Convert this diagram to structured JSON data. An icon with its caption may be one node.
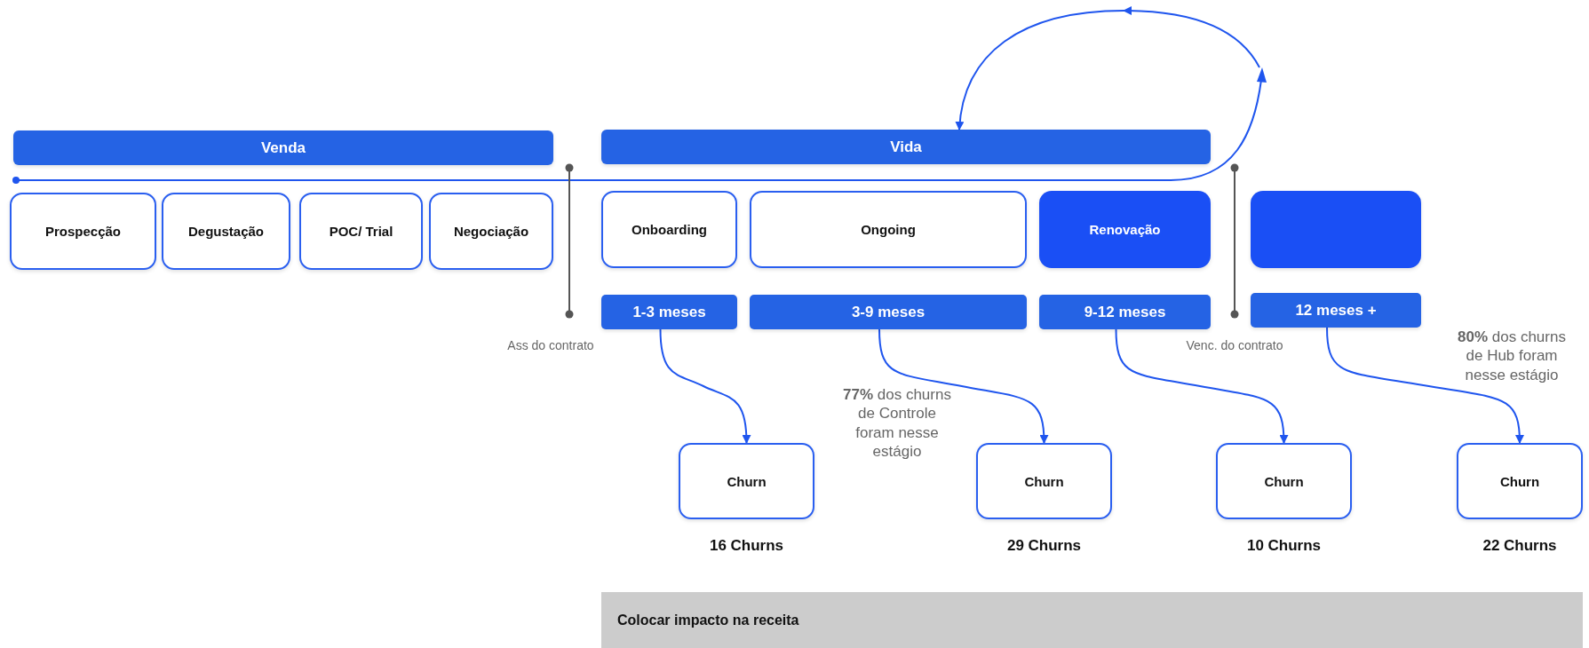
{
  "diagram": {
    "nodes": [
      {
        "text": [
          "Venda"
        ]
      },
      {
        "text": [
          "Vida"
        ]
      },
      {
        "text": [
          "Prospecção"
        ]
      },
      {
        "text": [
          "Degustação"
        ]
      },
      {
        "text": [
          "POC/ Trial"
        ]
      },
      {
        "text": [
          "Negociação"
        ]
      },
      {
        "text": [
          "Onboarding"
        ]
      },
      {
        "text": [
          "Ongoing"
        ]
      },
      {
        "text": [
          "Renovação"
        ]
      },
      {
        "text": [],
        "shape": "box"
      },
      {
        "text": [
          "1-3 meses"
        ]
      },
      {
        "text": [
          "3-9 meses"
        ]
      },
      {
        "text": [
          "9-12 meses"
        ]
      },
      {
        "text": [
          "12 meses +"
        ]
      },
      {
        "text": [
          "Churn"
        ],
        "beside": [
          "16 Churns"
        ]
      },
      {
        "text": [
          "Churn"
        ],
        "beside": [
          "29 Churns"
        ]
      },
      {
        "text": [
          "Churn"
        ],
        "beside": [
          "10 Churns"
        ]
      },
      {
        "text": [
          "Churn"
        ],
        "beside": [
          "22 Churns"
        ]
      },
      {
        "text": [
          "Colocar impacto na receita"
        ]
      }
    ],
    "edges": [
      {
        "from": null,
        "to": 1,
        "arrow": "to"
      },
      {
        "from": 10,
        "to": 14,
        "arrow": "to"
      },
      {
        "from": 11,
        "to": 15,
        "arrow": "to"
      },
      {
        "from": 12,
        "to": 16,
        "arrow": "to"
      },
      {
        "from": 13,
        "to": 17,
        "arrow": "to"
      }
    ],
    "labels": [
      "Ass do contrato",
      "Venc. do contrato",
      "**77%** dos churns de Controle foram nesse estágio",
      "**80%** dos churns de Hub foram nesse estágio"
    ]
  }
}
